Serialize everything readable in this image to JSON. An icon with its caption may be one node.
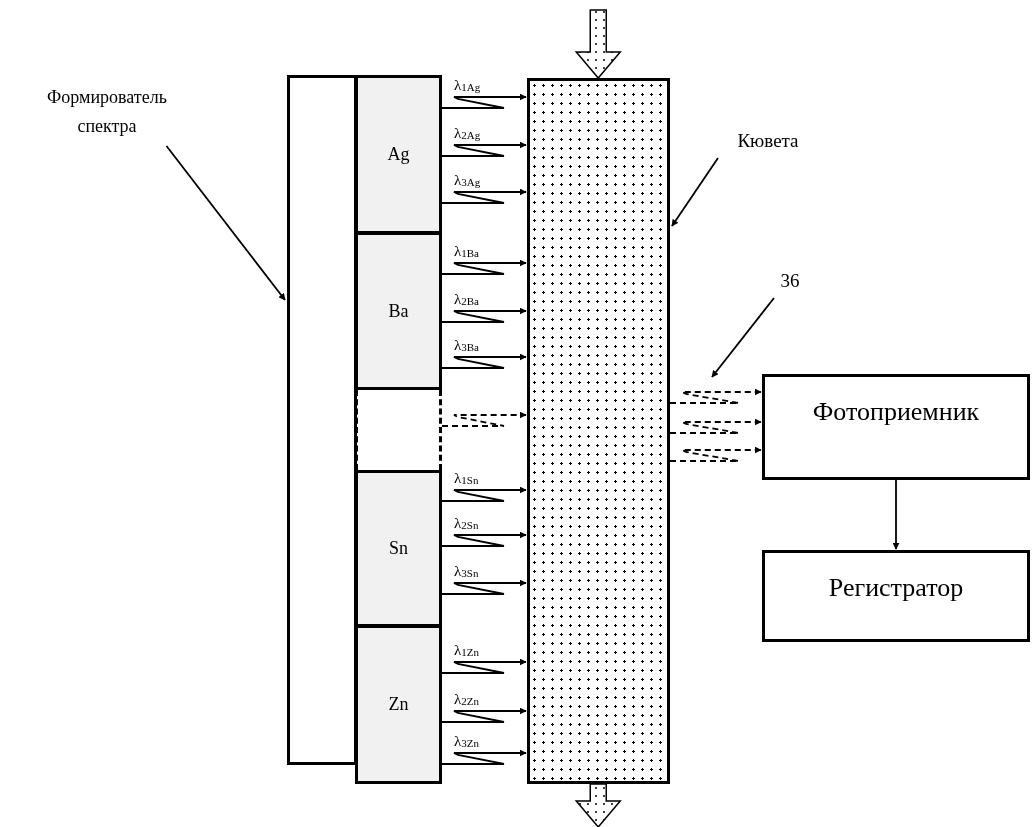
{
  "diagram": {
    "nodes": [
      {
        "text": [
          "Формирователь спектра"
        ]
      },
      {
        "text": [],
        "shape": "box"
      },
      {
        "text": [
          "Ag"
        ]
      },
      {
        "text": [
          "Ba"
        ]
      },
      {
        "text": [],
        "shape": "box"
      },
      {
        "text": [
          "Sn"
        ]
      },
      {
        "text": [
          "Zn"
        ]
      },
      {
        "text": [
          "Кювета"
        ]
      },
      {
        "text": [],
        "shape": "box"
      },
      {
        "text": [
          "36"
        ]
      },
      {
        "text": [
          "Фотоприемник"
        ]
      },
      {
        "text": [
          "Регистратор"
        ]
      }
    ],
    "edges": [
      {
        "from": null,
        "to": 8,
        "arrow": "to",
        "style": "thick"
      },
      {
        "from": 0,
        "to": 1,
        "arrow": "to"
      },
      {
        "from": 2,
        "to": 8,
        "arrow": "to",
        "label": "λ$_{1Ag}$"
      },
      {
        "from": 2,
        "to": 8,
        "arrow": "to",
        "label": "λ$_{2Ag}$"
      },
      {
        "from": 2,
        "to": 8,
        "arrow": "to",
        "label": "λ$_{3Ag}$"
      },
      {
        "from": 3,
        "to": 8,
        "arrow": "to",
        "label": "λ$_{1Ba}$"
      },
      {
        "from": 3,
        "to": 8,
        "arrow": "to",
        "label": "λ$_{2Ba}$"
      },
      {
        "from": 3,
        "to": 8,
        "arrow": "to",
        "label": "λ$_{3Ba}$"
      },
      {
        "from": 4,
        "to": 8,
        "arrow": "to",
        "style": "dashed"
      },
      {
        "from": 5,
        "to": 8,
        "arrow": "to",
        "label": "λ$_{1Sn}$"
      },
      {
        "from": 5,
        "to": 8,
        "arrow": "to",
        "label": "λ$_{2Sn}$"
      },
      {
        "from": 5,
        "to": 8,
        "arrow": "to",
        "label": "λ$_{3Sn}$"
      },
      {
        "from": 6,
        "to": 8,
        "arrow": "to",
        "label": "λ$_{1Zn}$"
      },
      {
        "from": 6,
        "to": 8,
        "arrow": "to",
        "label": "λ$_{2Zn}$"
      },
      {
        "from": 6,
        "to": 8,
        "arrow": "to",
        "label": "λ$_{3Zn}$"
      },
      {
        "from": 7,
        "to": 8,
        "arrow": "to"
      },
      {
        "from": 8,
        "to": 10,
        "arrow": "to",
        "style": "dashed"
      },
      {
        "from": 8,
        "to": 10,
        "arrow": "to",
        "style": "dashed"
      },
      {
        "from": 8,
        "to": 10,
        "arrow": "to",
        "style": "dashed"
      },
      {
        "from": 9,
        "to": null,
        "arrow": "to"
      },
      {
        "from": 10,
        "to": 11,
        "arrow": "to"
      },
      {
        "from": 8,
        "to": null,
        "arrow": "to",
        "style": "thick"
      }
    ]
  }
}
